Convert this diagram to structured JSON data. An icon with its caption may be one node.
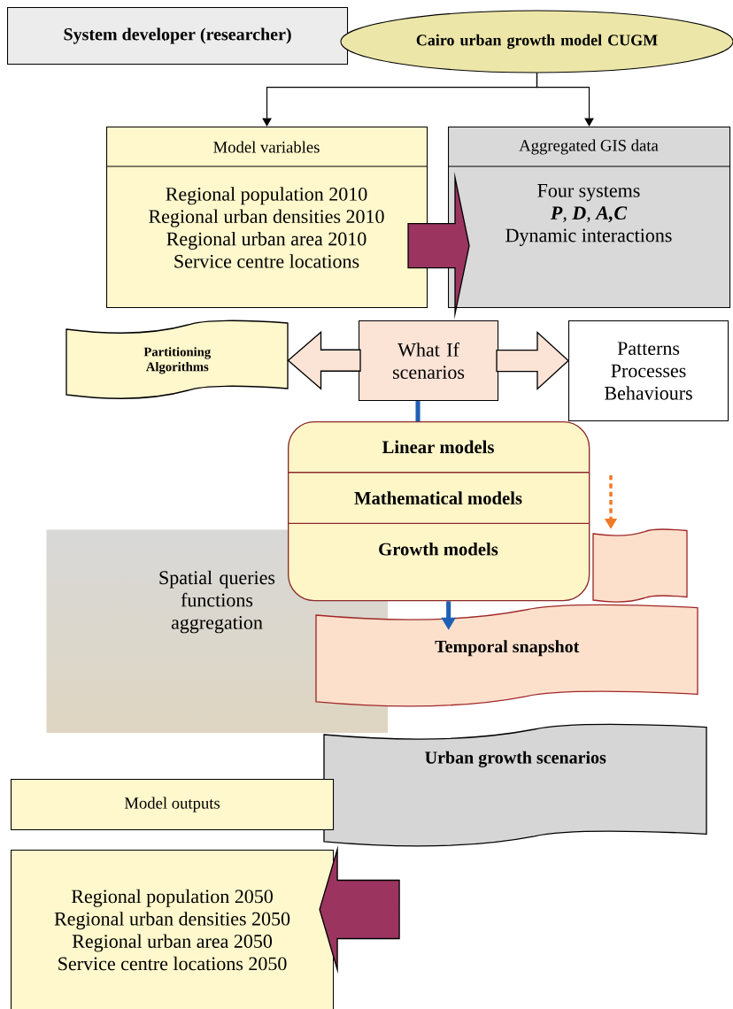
{
  "diagram": {
    "nodes": [
      {
        "text": [
          "System developer (researcher)"
        ]
      },
      {
        "text": [
          "Cairo urban growth model CUGM"
        ]
      },
      {
        "text": [
          "Model variables",
          "Regional population 2010",
          "Regional urban densities 2010",
          "Regional urban area 2010",
          "Service centre locations"
        ]
      },
      {
        "text": [
          "Aggregated GIS data",
          "Four systems",
          "**P**, **D**, **A,C**",
          "Dynamic interactions"
        ]
      },
      {
        "text": [
          "Partitioning Algorithms"
        ]
      },
      {
        "text": [
          "What If scenarios"
        ]
      },
      {
        "text": [
          "Patterns Processes Behaviours"
        ]
      },
      {
        "text": [
          "Linear models",
          "Mathematical models",
          "Growth models"
        ]
      },
      {
        "text": [
          "Spatial queries functions aggregation"
        ]
      },
      {
        "text": [],
        "shape": "banner"
      },
      {
        "text": [
          "Temporal snapshot"
        ]
      },
      {
        "text": [
          "Urban growth scenarios"
        ]
      },
      {
        "text": [
          "Model outputs"
        ]
      },
      {
        "text": [
          "Regional population 2050",
          "Regional urban densities 2050",
          "Regional urban area 2050",
          "Service centre locations 2050"
        ]
      }
    ],
    "edges": [
      {
        "from": 1,
        "to": 2,
        "arrow": "to"
      },
      {
        "from": 1,
        "to": 3,
        "arrow": "to"
      },
      {
        "from": 2,
        "to": 3,
        "arrow": "to",
        "style": "thick",
        "color": "#9b3560"
      },
      {
        "from": 5,
        "to": 4,
        "arrow": "to",
        "style": "thick",
        "color": "#fbe3d6"
      },
      {
        "from": 5,
        "to": 6,
        "arrow": "to",
        "style": "thick",
        "color": "#fbe3d6"
      },
      {
        "from": 5,
        "to": 7,
        "arrow": "none",
        "color": "#1f5fb4"
      },
      {
        "from": 7,
        "to": 10,
        "arrow": "to",
        "color": "#1f5fb4"
      },
      {
        "from": null,
        "to": 9,
        "arrow": "to",
        "style": "dashed",
        "color": "#f07a28"
      },
      {
        "from": null,
        "to": 13,
        "arrow": "to",
        "style": "thick",
        "color": "#9b3560"
      }
    ]
  }
}
